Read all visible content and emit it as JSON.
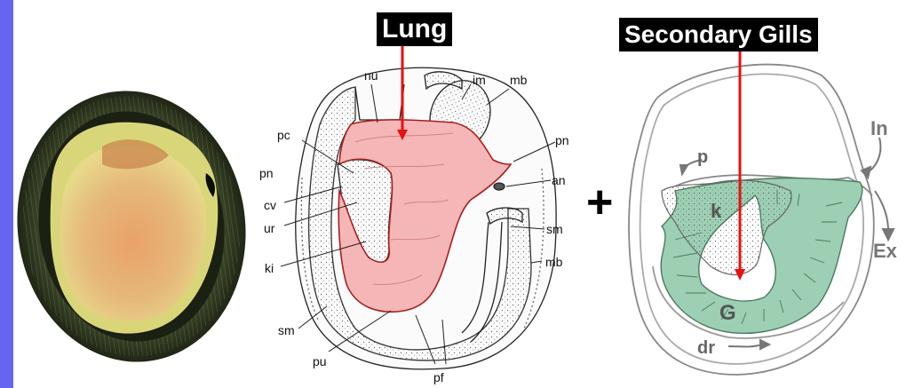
{
  "callouts": {
    "lung": "Lung",
    "secondary_gills": "Secondary Gills",
    "plus": "+"
  },
  "diagram_labels": {
    "nu": "nu",
    "im": "im",
    "mb_top": "mb",
    "pc": "pc",
    "pn_left": "pn",
    "pn_right": "pn",
    "an": "an",
    "cv": "cv",
    "ur": "ur",
    "sm_right": "sm",
    "ki": "ki",
    "mb_right": "mb",
    "sm_left": "sm",
    "pu": "pu",
    "pf": "pf"
  },
  "gill_labels": {
    "p": "p",
    "k": "k",
    "G": "G",
    "dr": "dr",
    "In": "In",
    "Ex": "Ex"
  },
  "colors": {
    "accent_bar": "#6565f0",
    "lung_fill": "#f4b6b6",
    "gill_fill": "#9ccfb3",
    "arrow": "#e81010"
  }
}
